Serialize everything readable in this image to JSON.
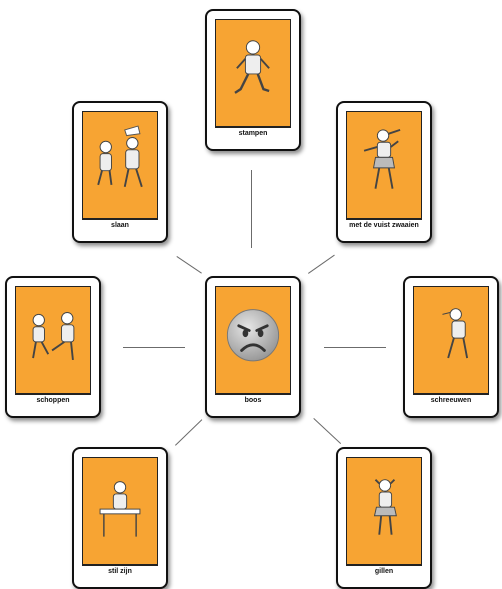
{
  "center": {
    "label": "boos",
    "icon": "angry-face-icon"
  },
  "cards": [
    {
      "key": "stampen",
      "label": "stampen",
      "icon": "stomping-child-icon"
    },
    {
      "key": "slaan",
      "label": "slaan",
      "icon": "hitting-children-icon"
    },
    {
      "key": "met-de-vuist-zwaaien",
      "label": "met de vuist zwaaien",
      "icon": "fist-shaking-child-icon"
    },
    {
      "key": "schoppen",
      "label": "schoppen",
      "icon": "kicking-children-icon"
    },
    {
      "key": "schreeuwen",
      "label": "schreeuwen",
      "icon": "shouting-child-icon"
    },
    {
      "key": "stil-zijn",
      "label": "stil zijn",
      "icon": "sitting-child-icon"
    },
    {
      "key": "gillen",
      "label": "gillen",
      "icon": "screaming-child-icon"
    }
  ],
  "colors": {
    "card_bg": "#f7a433",
    "face": "#c9c9c9"
  }
}
